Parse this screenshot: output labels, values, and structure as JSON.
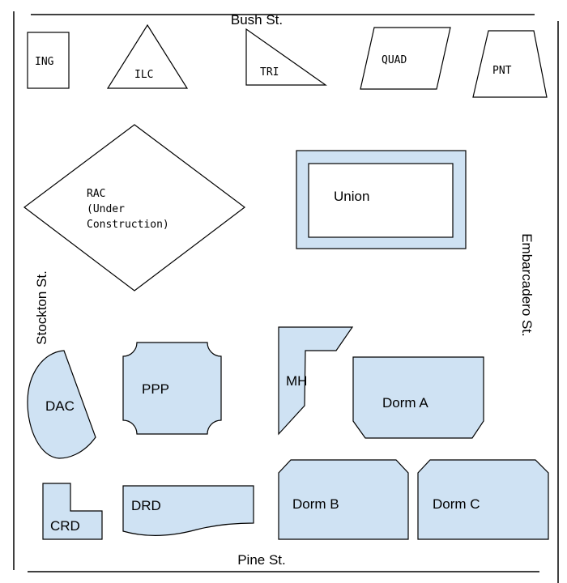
{
  "colors": {
    "building_fill": "#cfe2f3",
    "outline": "#000000",
    "background": "#ffffff"
  },
  "streets": {
    "north": "Bush St.",
    "south": "Pine St.",
    "west": "Stockton St.",
    "east": "Embarcadero St."
  },
  "buildings": {
    "ing": "ING",
    "ilc": "ILC",
    "tri": "TRI",
    "quad": "QUAD",
    "pnt": "PNT",
    "rac": [
      "RAC",
      "(Under",
      "Construction)"
    ],
    "union": "Union",
    "dac": "DAC",
    "ppp": "PPP",
    "mh": "MH",
    "dorm_a": "Dorm A",
    "crd": "CRD",
    "drd": "DRD",
    "dorm_b": "Dorm B",
    "dorm_c": "Dorm C"
  }
}
